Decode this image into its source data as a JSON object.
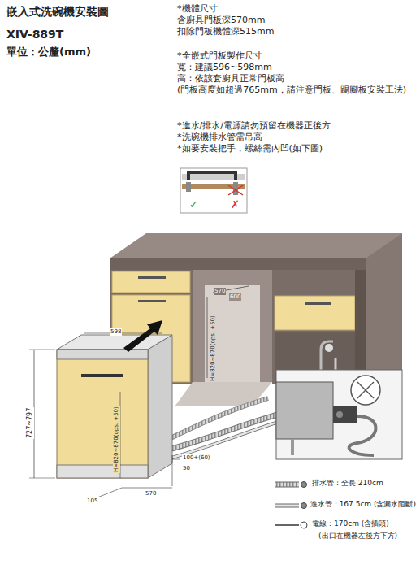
{
  "diagram": {
    "title": "嵌入式洗碗機安裝圖",
    "labels": [
      "XIV-889T",
      "單位：公釐(mm)",
      "*機體尺寸",
      "含廚具門板深570mm",
      "扣除門板機體深515mm",
      "*全嵌式門板製作尺寸",
      "寬：建議596~598mm",
      "高：依該套廚具正常門板高",
      "(門板高度如超過765mm，請注意門板、踢腳板安裝工法)",
      "*進水/排水/電源請勿預留在機器正後方",
      "*洗碗機排水管需吊高",
      "*如要安裝把手，螺絲需內凹(如下圖)",
      "✓",
      "✗",
      "570",
      "600",
      "H=820~870(ops. +50)",
      "598",
      "727~797",
      "H=820~870(ops. +50)",
      "100+(60)",
      "50",
      "570",
      "105",
      "(出口在機器左後方下方)"
    ],
    "legend": [
      {
        "text": "排水管：全長 210cm"
      },
      {
        "text": "進水管：167.5cm (含漏水阻斷)"
      },
      {
        "text": "電線：170cm (含插頭)"
      }
    ]
  }
}
